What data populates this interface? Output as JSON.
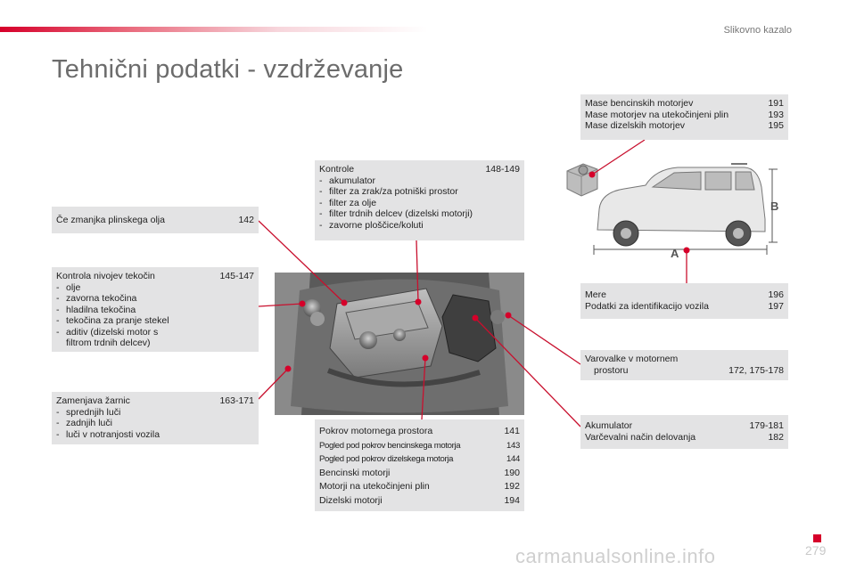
{
  "header": {
    "section": "Slikovno kazalo",
    "title": "Tehnični podatki - vzdrževanje"
  },
  "boxes": {
    "fuel": {
      "label": "Če zmanjka plinskega olja",
      "page": "142"
    },
    "fluids": {
      "label": "Kontrola nivojev tekočin",
      "page": "145-147",
      "items": [
        "olje",
        "zavorna tekočina",
        "hladilna tekočina",
        "tekočina za pranje stekel",
        "aditiv (dizelski motor s"
      ],
      "cont": "filtrom trdnih delcev)"
    },
    "bulbs": {
      "label": "Zamenjava žarnic",
      "page": "163-171",
      "items": [
        "sprednjih luči",
        "zadnjih luči",
        "luči v notranjosti vozila"
      ]
    },
    "checks": {
      "label": "Kontrole",
      "page": "148-149",
      "items": [
        "akumulator",
        "filter za zrak/za potniški prostor",
        "filter za olje",
        "filter trdnih delcev (dizelski motorji)",
        "zavorne ploščice/koluti"
      ]
    },
    "engines": {
      "r1": {
        "label": "Pokrov motornega prostora",
        "page": "141"
      },
      "r2": {
        "label": "Pogled pod pokrov bencinskega motorja",
        "page": "143"
      },
      "r3": {
        "label": "Pogled pod pokrov dizelskega motorja",
        "page": "144"
      },
      "r4": {
        "label": "Bencinski motorji",
        "page": "190"
      },
      "r5": {
        "label": "Motorji na utekočinjeni plin",
        "page": "192"
      },
      "r6": {
        "label": "Dizelski motorji",
        "page": "194"
      }
    },
    "masses": {
      "r1": {
        "label": "Mase bencinskih motorjev",
        "page": "191"
      },
      "r2": {
        "label": "Mase motorjev na utekočinjeni plin",
        "page": "193"
      },
      "r3": {
        "label": "Mase dizelskih motorjev",
        "page": "195"
      }
    },
    "dims": {
      "r1": {
        "label": "Mere",
        "page": "196"
      },
      "r2": {
        "label": "Podatki za identifikacijo vozila",
        "page": "197"
      }
    },
    "fuses": {
      "label": "Varovalke v motornem",
      "label2": "prostoru",
      "page": "172, 175-178"
    },
    "battery": {
      "r1": {
        "label": "Akumulator",
        "page": "179-181"
      },
      "r2": {
        "label": "Varčevalni način delovanja",
        "page": "182"
      }
    }
  },
  "car": {
    "length_label": "A",
    "height_label": "B"
  },
  "footer": {
    "page_number": "279",
    "watermark": "carmanualsonline.info"
  },
  "colors": {
    "accent": "#d6002a",
    "box_bg": "#e3e3e4"
  }
}
